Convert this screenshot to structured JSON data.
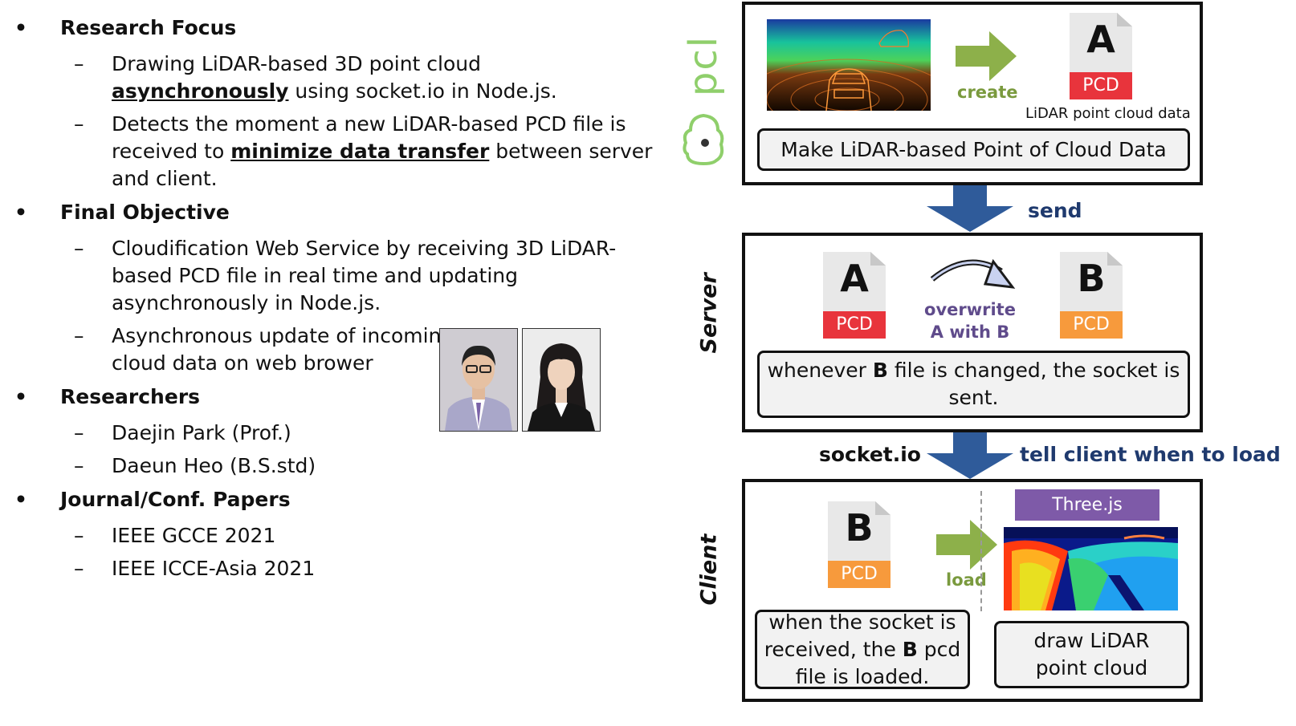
{
  "left": {
    "research_focus": {
      "heading": "Research Focus",
      "item1_line1": "Drawing LiDAR-based 3D point cloud",
      "item1_bold": "asynchronously",
      "item1_rest": " using socket.io in Node.js.",
      "item2_line1": "Detects the moment a new LiDAR-based PCD file is",
      "item2_pre": "received to ",
      "item2_bold": "minimize data transfer",
      "item2_post": " between server",
      "item2_line3": "and client."
    },
    "final_objective": {
      "heading": "Final Objective",
      "item1_line1": "Cloudification Web Service by receiving 3D LiDAR-",
      "item1_line2": "based PCD file in real time and updating",
      "item1_line3": "asynchronously in Node.js.",
      "item2_line1": "Asynchronous update of incoming",
      "item2_line2": "cloud data on web brower"
    },
    "researchers": {
      "heading": "Researchers",
      "items": [
        "Daejin Park (Prof.)",
        "Daeun Heo (B.S.std)"
      ]
    },
    "papers": {
      "heading": "Journal/Conf. Papers",
      "items": [
        "IEEE GCCE 2021",
        "IEEE ICCE-Asia 2021"
      ]
    },
    "bullet_glyph": "•",
    "dash_glyph": "–"
  },
  "diagram": {
    "logo_text": "pcl",
    "top": {
      "create_label": "create",
      "file_letter": "A",
      "file_tag": "PCD",
      "file_caption": "LiDAR point cloud data",
      "caption": "Make LiDAR-based Point of Cloud Data"
    },
    "send_label": "send",
    "server": {
      "side_label": "Server",
      "file_a_letter": "A",
      "file_a_tag": "PCD",
      "overwrite_line1": "overwrite",
      "overwrite_line2": "A with B",
      "file_b_letter": "B",
      "file_b_tag": "PCD",
      "caption_pre": "whenever ",
      "caption_bold": "B",
      "caption_post": " file is changed, the socket is",
      "caption_line2": "sent."
    },
    "socket_label": "socket.io",
    "tell_label": "tell client when to load",
    "client": {
      "side_label": "Client",
      "file_letter": "B",
      "file_tag": "PCD",
      "load_label": "load",
      "threejs_label": "Three.js",
      "caption_left_line1": "when the socket is",
      "caption_left_pre": "received, the ",
      "caption_left_bold": "B",
      "caption_left_post": " pcd",
      "caption_left_line3": "file is loaded.",
      "caption_right_line1": "draw LiDAR",
      "caption_right_line2": "point cloud"
    },
    "colors": {
      "pcd_red": "#e8343c",
      "pcd_orange": "#f79a3c",
      "green_arrow": "#8db04a",
      "green_text": "#7a9a3e",
      "blue_arrow": "#2f5b9a",
      "navy_text": "#1f3a6e",
      "purple_text": "#5f4b8b",
      "threejs_bg": "#7e5aa8",
      "pcl_logo": "#8fcf6b"
    }
  }
}
